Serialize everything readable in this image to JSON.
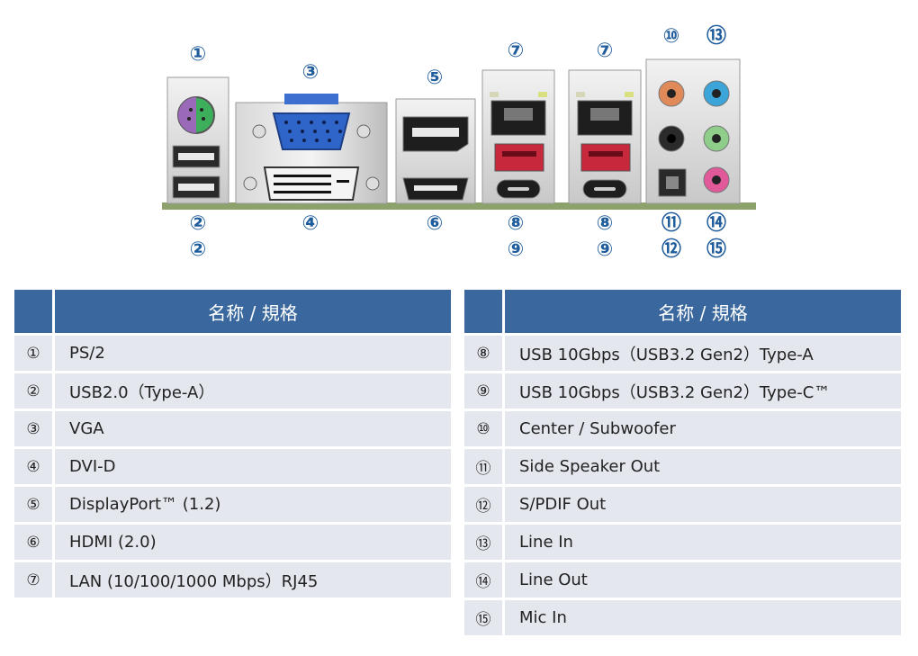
{
  "callouts": [
    "①",
    "②",
    "②",
    "③",
    "④",
    "⑤",
    "⑥",
    "⑦",
    "⑦",
    "⑧",
    "⑧",
    "⑨",
    "⑨",
    "⑩",
    "⑪",
    "⑫",
    "⑬",
    "⑭",
    "⑮"
  ],
  "left_table": {
    "header": "名称 / 規格",
    "rows": [
      {
        "idx": "①",
        "name": "PS/2"
      },
      {
        "idx": "②",
        "name": "USB2.0（Type-A）"
      },
      {
        "idx": "③",
        "name": "VGA"
      },
      {
        "idx": "④",
        "name": "DVI-D"
      },
      {
        "idx": "⑤",
        "name": "DisplayPort™ (1.2)"
      },
      {
        "idx": "⑥",
        "name": "HDMI (2.0)"
      },
      {
        "idx": "⑦",
        "name": "LAN (10/100/1000 Mbps）RJ45"
      }
    ]
  },
  "right_table": {
    "header": "名称 / 規格",
    "rows": [
      {
        "idx": "⑧",
        "name": "USB 10Gbps（USB3.2 Gen2）Type-A"
      },
      {
        "idx": "⑨",
        "name": "USB 10Gbps（USB3.2 Gen2）Type-C™"
      },
      {
        "idx": "⑩",
        "name": "Center / Subwoofer"
      },
      {
        "idx": "⑪",
        "name": "Side Speaker Out"
      },
      {
        "idx": "⑫",
        "name": "S/PDIF Out"
      },
      {
        "idx": "⑬",
        "name": "Line In"
      },
      {
        "idx": "⑭",
        "name": "Line Out"
      },
      {
        "idx": "⑮",
        "name": "Mic In"
      }
    ]
  },
  "colors": {
    "header_bg": "#3a689e",
    "row_bg": "#e4e7ee",
    "callout": "#1f5c9c",
    "pcb": "#8da16b",
    "ps2_green": "#3cae5c",
    "ps2_purple": "#9a6ab8",
    "vga_blue": "#2f64c8",
    "usb3_red": "#c8283c",
    "audio_orange": "#e08a5a",
    "audio_blue": "#3ba4d8",
    "audio_green": "#8fce8a",
    "audio_pink": "#e05a9a"
  }
}
